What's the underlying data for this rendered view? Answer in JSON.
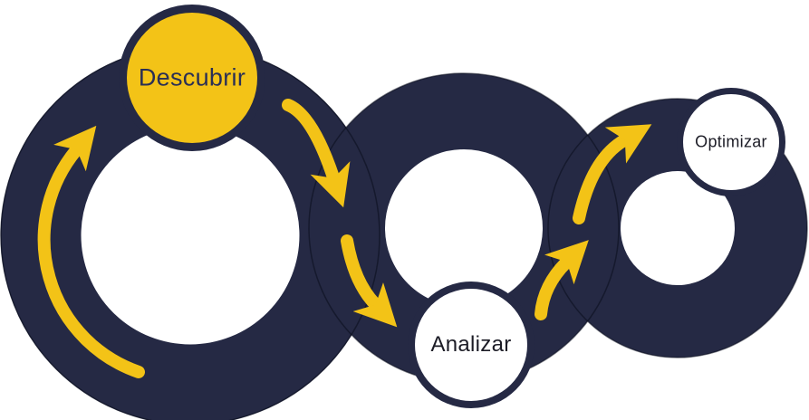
{
  "diagram": {
    "type": "process-loop-diagram",
    "description": "Three overlapping navy loop rings with yellow flow arrows connecting three stages",
    "sequence": [
      "Descubrir",
      "Analizar",
      "Optimizar"
    ],
    "nodes": [
      {
        "id": "descubrir",
        "label": "Descubrir",
        "shape": "circle",
        "fill": "#F3C317",
        "text_color": "#2A2F55"
      },
      {
        "id": "analizar",
        "label": "Analizar",
        "shape": "circle",
        "fill": "#FFFFFF",
        "text_color": "#1C1C26"
      },
      {
        "id": "optimizar",
        "label": "Optimizar",
        "shape": "circle",
        "fill": "#FFFFFF",
        "text_color": "#1C1C26"
      }
    ],
    "rings_count": 3,
    "arrows_count": 5,
    "colors": {
      "bg": "#FFFFFF",
      "ring": "#252944",
      "ring_edge": "rgba(10,13,28,0.55)",
      "accent": "#F3C317",
      "node_white": "#FFFFFF",
      "text_navy": "#2A2F55",
      "text_dark": "#1C1C26"
    }
  }
}
